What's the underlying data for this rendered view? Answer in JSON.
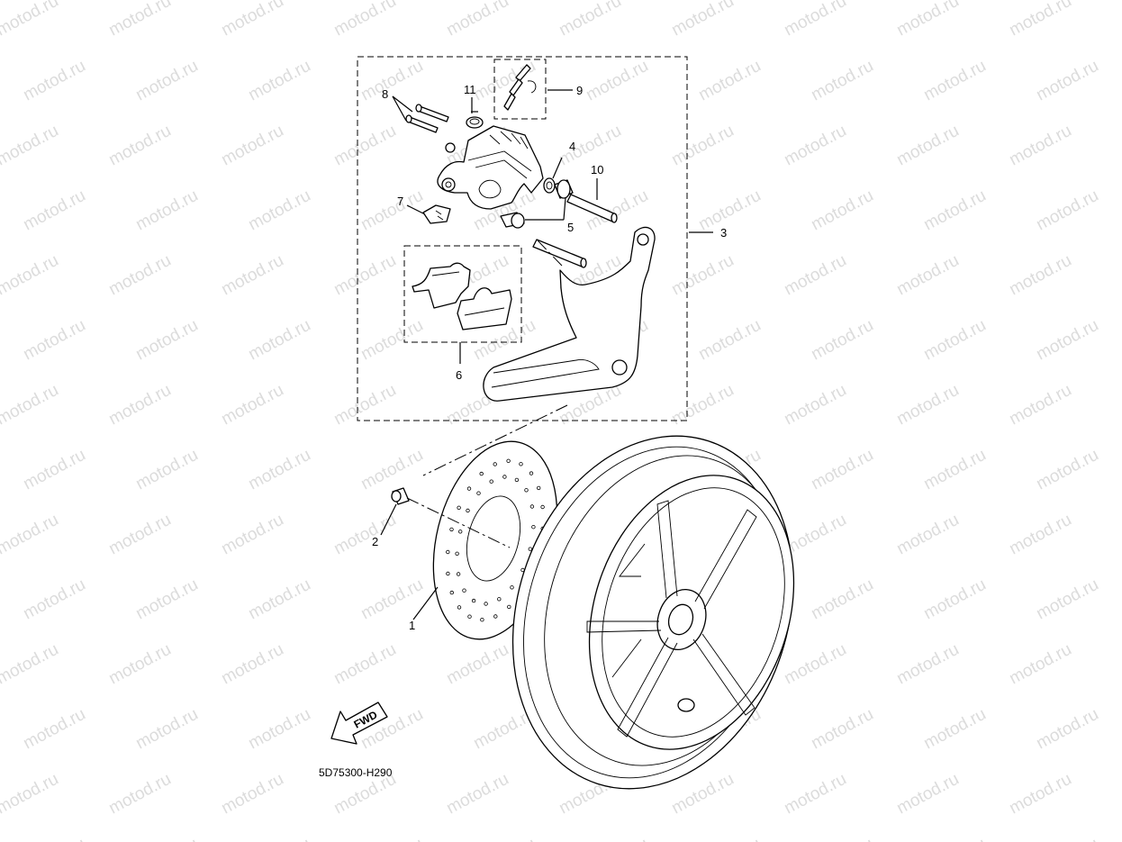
{
  "watermark": "motod.ru",
  "figure_code": "5D75300-H290",
  "fwd_label": "FWD",
  "callouts": {
    "c1": "1",
    "c2": "2",
    "c3": "3",
    "c4": "4",
    "c5": "5",
    "c6": "6",
    "c7": "7",
    "c8": "8",
    "c9": "9",
    "c10": "10",
    "c11": "11"
  }
}
